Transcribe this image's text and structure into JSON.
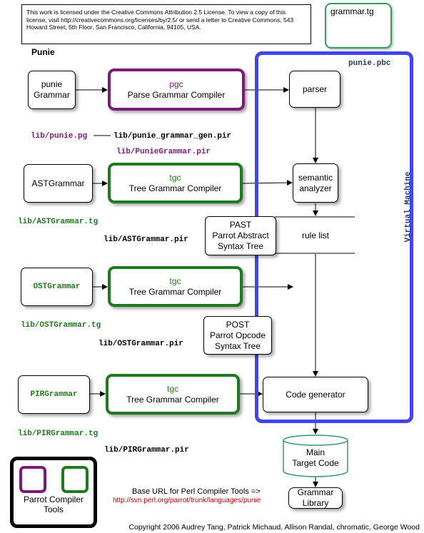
{
  "license": {
    "text": "This work is licensed under the Creative Commons Attribution 2.5 License. To view a copy of this license, visit http://creativecommons.org/licenses/by/2.5/ or send a letter to Creative Commons, 543 Howard Street, 5th Floor, San Francisco, California, 94105, USA."
  },
  "title": "Punie",
  "grammar_tg_label": "grammar.tg",
  "vm": {
    "name": "punie.pbc",
    "label": "Virtual Machine",
    "parser": "parser",
    "semantic_l1": "semantic",
    "semantic_l2": "analyzer",
    "rule_list": "rule list",
    "code_generator": "Code generator"
  },
  "rows": {
    "pgc": {
      "input_l1": "punie",
      "input_l2": "Grammar",
      "compiler_abbr": "pgc",
      "compiler_name": "Parse Grammar Compiler",
      "source_file": "lib/punie.pg",
      "gen_file": "lib/punie_grammar_gen.pir",
      "output_file": "lib/PunieGrammar.pir"
    },
    "ast": {
      "input": "ASTGrammar",
      "compiler_abbr": "tgc",
      "compiler_name": "Tree Grammar Compiler",
      "source_file": "lib/ASTGrammar.tg",
      "output_file": "lib/ASTGrammar.pir"
    },
    "ost": {
      "input": "OSTGrammar",
      "compiler_abbr": "tgc",
      "compiler_name": "Tree Grammar Compiler",
      "source_file": "lib/OSTGrammar.tg",
      "output_file": "lib/OSTGrammar.pir"
    },
    "pir": {
      "input": "PIRGrammar",
      "compiler_abbr": "tgc",
      "compiler_name": "Tree Grammar Compiler",
      "source_file": "lib/PIRGrammar.tg",
      "output_file": "lib/PIRGrammar.pir"
    }
  },
  "past": {
    "l1": "PAST",
    "l2": "Parrot Abstract",
    "l3": "Syntax Tree"
  },
  "post": {
    "l1": "POST",
    "l2": "Parrot Opcode",
    "l3": "Syntax Tree"
  },
  "target": {
    "l1": "Main",
    "l2": "Target Code"
  },
  "library": {
    "l1": "Grammar",
    "l2": "Library"
  },
  "legend": {
    "l1": "Parrot Compiler",
    "l2": "Tools"
  },
  "base_url": {
    "label": "Base URL for Perl Compiler Tools =>",
    "url": "http://svn.perl.org/parrot/trunk/languages/punie"
  },
  "copyright": "Copyright 2006 Audrey Tang, Patrick Michaud, Allison Randal, chromatic, George Wood",
  "colors": {
    "purple": "#7b1a7b",
    "green": "#1f7a1f",
    "vm_border": "#4444ee",
    "cylinder_border": "#3a9a6a",
    "url_red": "#cc0000"
  }
}
